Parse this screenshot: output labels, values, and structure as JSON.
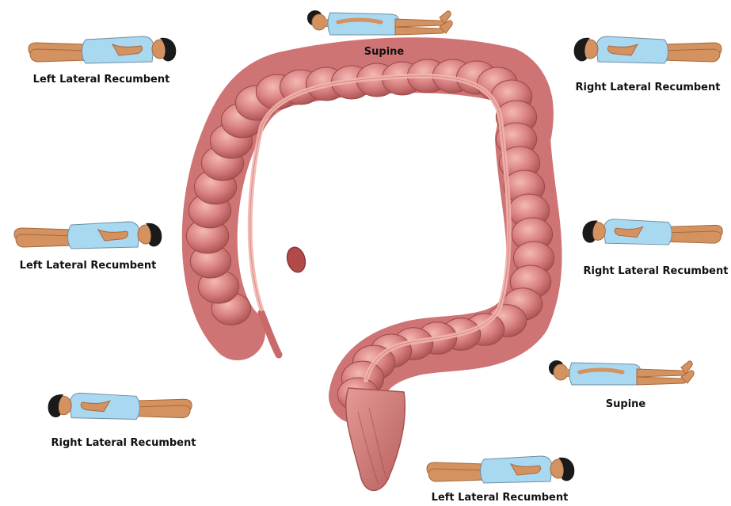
{
  "colors": {
    "skin": "#d3925f",
    "skin_outline": "#a8683c",
    "gown": "#a9d8f1",
    "gown_outline": "#6e8ea3",
    "hair": "#1a1a1a",
    "colon_base": "#d77f80",
    "colon_dark": "#a8504f",
    "colon_highlight": "#f2b2ae",
    "taenia": "#ecaaa4"
  },
  "positions": [
    {
      "label": "Supine",
      "pose": "supine",
      "facing": "right"
    },
    {
      "label": "Left Lateral Recumbent",
      "pose": "lateral",
      "facing": "left"
    },
    {
      "label": "Right Lateral Recumbent",
      "pose": "lateral",
      "facing": "right"
    },
    {
      "label": "Left Lateral Recumbent",
      "pose": "lateral",
      "facing": "left"
    },
    {
      "label": "Right Lateral Recumbent",
      "pose": "lateral",
      "facing": "right"
    },
    {
      "label": "Right Lateral Recumbent",
      "pose": "lateral",
      "facing": "right"
    },
    {
      "label": "Supine",
      "pose": "supine",
      "facing": "right"
    },
    {
      "label": "Left Lateral Recumbent",
      "pose": "lateral",
      "facing": "left"
    }
  ]
}
